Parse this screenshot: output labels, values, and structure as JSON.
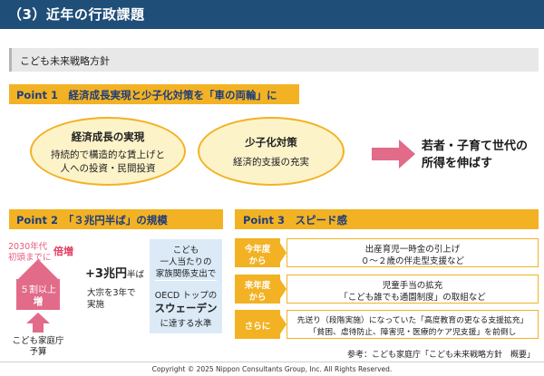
{
  "header": {
    "title": "（3）近年の行政課題"
  },
  "section": {
    "title": "こども未来戦略方針"
  },
  "point1": {
    "label": "Point 1　経済成長実現と少子化対策を「車の両輪」に",
    "left": {
      "title": "経済成長の実現",
      "line1": "持続的で構造的な賃上げと",
      "line2": "人への投資・民間投資"
    },
    "right": {
      "title": "少子化対策",
      "line1": "経済的支援の充実"
    },
    "result": {
      "line1": "若者・子育て世代の",
      "line2": "所得を伸ばす"
    }
  },
  "point2": {
    "label": "Point 2　「３兆円半ば」の規模",
    "note": {
      "line1": "2030年代",
      "line2": "初頭までに",
      "emph": "倍増"
    },
    "bar": {
      "line1": "５割以上",
      "line2": "増"
    },
    "bottom": {
      "line1": "こども家庭庁",
      "line2": "予算"
    },
    "middle": {
      "amount": "+3兆円",
      "suffix": "半ば",
      "line1": "大宗を3年で",
      "line2": "実施"
    },
    "blue": {
      "l1": "こども",
      "l2": "一人当たりの",
      "l3": "家族関係支出で",
      "l4": "OECD トップの",
      "l5": "スウェーデン",
      "l6": "に達する水準"
    }
  },
  "point3": {
    "label": "Point 3　スピード感",
    "rows": [
      {
        "tag1": "今年度",
        "tag2": "から",
        "line1": "出産育児一時金の引上げ",
        "line2": "０～２歳の伴走型支援など"
      },
      {
        "tag1": "来年度",
        "tag2": "から",
        "line1": "児童手当の拡充",
        "line2": "「こども誰でも通園制度」の取組など"
      },
      {
        "tag1": "さらに",
        "tag2": "",
        "line1": "先送り（段階実施）になっていた「高度教育の更なる支援拡充」",
        "line2": "「貧困、虐待防止、障害児・医療的ケア児支援」を前倒し"
      }
    ]
  },
  "reference": "参考：こども家庭庁「こども未来戦略方針　概要」",
  "footer": "Copyright © 2025 Nippon Consultants Group, Inc. All Rights Reserved.",
  "colors": {
    "navy": "#1f4e79",
    "gold": "#f2b224",
    "pink": "#e26b8a",
    "blue": "#dbeaf6"
  }
}
